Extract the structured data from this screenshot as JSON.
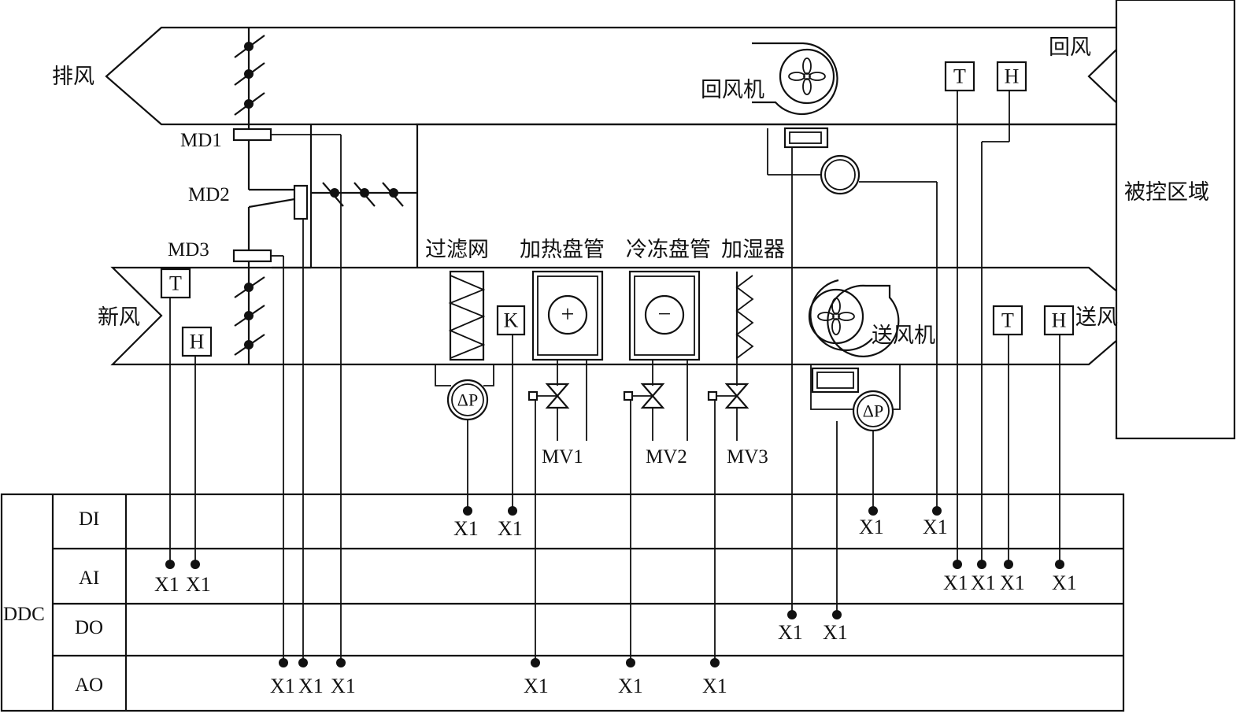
{
  "labels": {
    "exhaust": "排风",
    "return_air": "回风",
    "fresh_air": "新风",
    "supply_air": "送风",
    "return_fan": "回风机",
    "supply_fan": "送风机",
    "controlled_zone": "被控区域",
    "filter": "过滤网",
    "heating_coil": "加热盘管",
    "cooling_coil": "冷冻盘管",
    "humidifier": "加湿器",
    "md1": "MD1",
    "md2": "MD2",
    "md3": "MD3",
    "mv1": "MV1",
    "mv2": "MV2",
    "mv3": "MV3"
  },
  "symbols": {
    "temperature": "T",
    "humidity": "H",
    "k_switch": "K",
    "diff_pressure": "ΔP",
    "heat": "+",
    "cool": "−"
  },
  "ddc": {
    "title": "DDC",
    "rows": [
      "DI",
      "AI",
      "DO",
      "AO"
    ],
    "point_label": "X1"
  }
}
